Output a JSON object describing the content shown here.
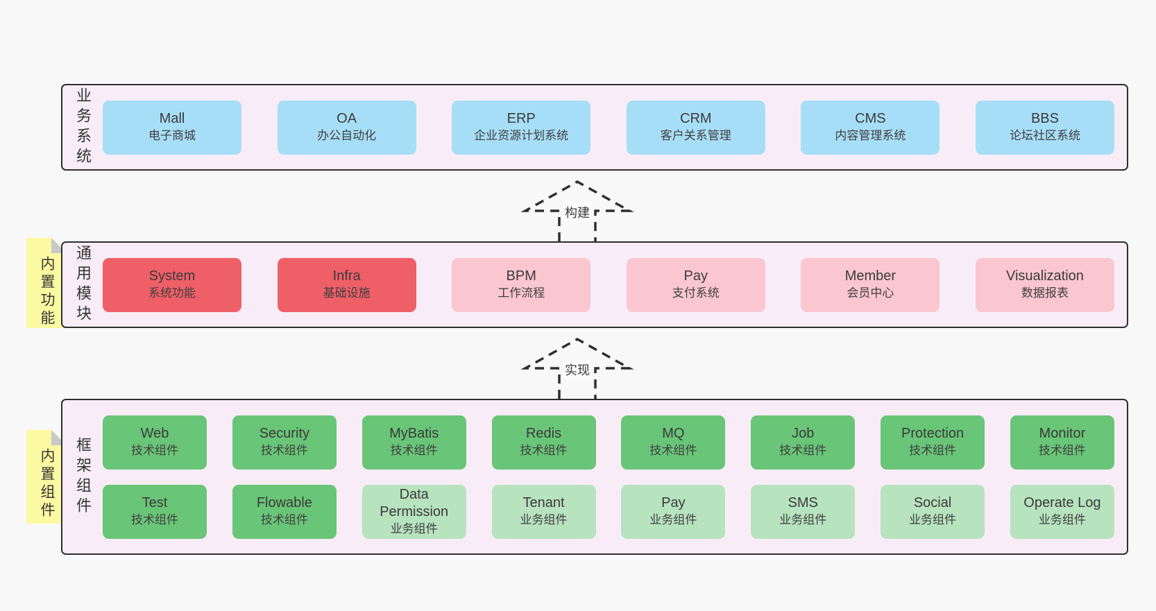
{
  "page": {
    "background": "#f8f8f8"
  },
  "colors": {
    "container_bg": "#f8edf6",
    "container_border": "#2d2d2d",
    "blue_box": "#a7def7",
    "red_box": "#ef5f68",
    "pink_box": "#fac6d0",
    "green_box": "#69c577",
    "light_green_box": "#b7e3bf",
    "tab_yellow": "#fbf9a2",
    "tab_fold_gray": "#c8c8c8",
    "text": "#3b3b3b"
  },
  "arrows": [
    {
      "label": "构建"
    },
    {
      "label": "实现"
    }
  ],
  "layers": [
    {
      "label": "业务系统",
      "boxes": [
        {
          "en": "Mall",
          "zh": "电子商城"
        },
        {
          "en": "OA",
          "zh": "办公自动化"
        },
        {
          "en": "ERP",
          "zh": "企业资源计划系统"
        },
        {
          "en": "CRM",
          "zh": "客户关系管理"
        },
        {
          "en": "CMS",
          "zh": "内容管理系统"
        },
        {
          "en": "BBS",
          "zh": "论坛社区系统"
        }
      ]
    },
    {
      "label": "通用模块",
      "tab": "内置功能",
      "boxes": [
        {
          "en": "System",
          "zh": "系统功能"
        },
        {
          "en": "Infra",
          "zh": "基础设施"
        },
        {
          "en": "BPM",
          "zh": "工作流程"
        },
        {
          "en": "Pay",
          "zh": "支付系统"
        },
        {
          "en": "Member",
          "zh": "会员中心"
        },
        {
          "en": "Visualization",
          "zh": "数据报表"
        }
      ]
    },
    {
      "label": "框架组件",
      "tab": "内置组件",
      "row1": [
        {
          "en": "Web",
          "zh": "技术组件"
        },
        {
          "en": "Security",
          "zh": "技术组件"
        },
        {
          "en": "MyBatis",
          "zh": "技术组件"
        },
        {
          "en": "Redis",
          "zh": "技术组件"
        },
        {
          "en": "MQ",
          "zh": "技术组件"
        },
        {
          "en": "Job",
          "zh": "技术组件"
        },
        {
          "en": "Protection",
          "zh": "技术组件"
        },
        {
          "en": "Monitor",
          "zh": "技术组件"
        }
      ],
      "row2": [
        {
          "en": "Test",
          "zh": "技术组件"
        },
        {
          "en": "Flowable",
          "zh": "技术组件"
        },
        {
          "en": "Data Permission",
          "zh": "业务组件"
        },
        {
          "en": "Tenant",
          "zh": "业务组件"
        },
        {
          "en": "Pay",
          "zh": "业务组件"
        },
        {
          "en": "SMS",
          "zh": "业务组件"
        },
        {
          "en": "Social",
          "zh": "业务组件"
        },
        {
          "en": "Operate Log",
          "zh": "业务组件"
        }
      ]
    }
  ]
}
